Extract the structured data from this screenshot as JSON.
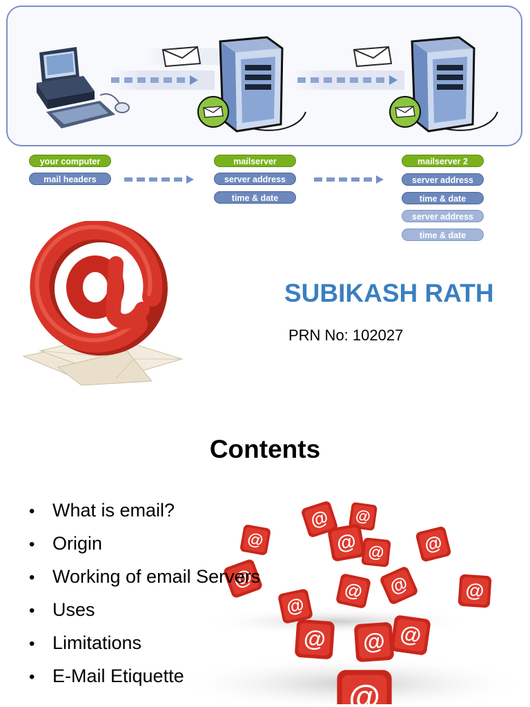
{
  "diagram": {
    "labels": {
      "your_computer": "your computer",
      "mail_headers": "mail headers",
      "mailserver": "mailserver",
      "server_address_1": "server address",
      "time_date_1": "time & date",
      "mailserver2": "mailserver 2",
      "server_address_2": "server address",
      "time_date_2": "time & date",
      "server_address_3": "server address",
      "time_date_3": "time & date"
    }
  },
  "title_slide": {
    "name": "SUBIKASH RATH",
    "prn": "PRN No: 102027"
  },
  "contents_slide": {
    "title": "Contents",
    "items": [
      "What is email?",
      "Origin",
      "Working of email Servers",
      "Uses",
      "Limitations",
      "E-Mail Etiquette"
    ]
  },
  "colors": {
    "name_blue": "#3b7fc1",
    "pill_green": "#79b21c",
    "pill_blue": "#6c88bd",
    "at_red": "#d8352a"
  }
}
